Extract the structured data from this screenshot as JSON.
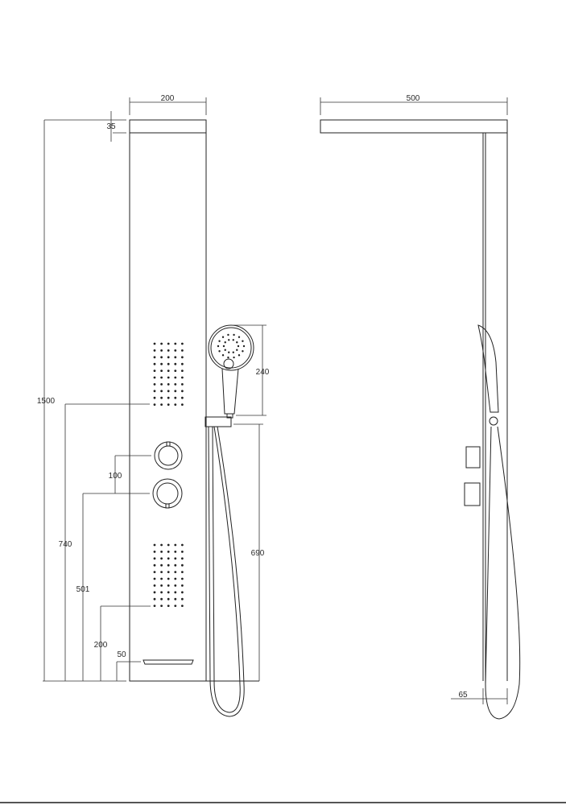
{
  "front_view": {
    "dimensions": {
      "width": "200",
      "cap_height": "35",
      "total_height": "1500",
      "upper_jets_height": "740",
      "knob_spacing": "100",
      "lower_knob_height": "501",
      "lower_jets_height": "200",
      "spout_height": "50",
      "hand_shower_length": "240",
      "hand_shower_holder_height": "690"
    },
    "jet_grid": {
      "rows": 10,
      "cols": 5
    }
  },
  "side_view": {
    "dimensions": {
      "depth": "500",
      "wall_offset": "65"
    }
  }
}
